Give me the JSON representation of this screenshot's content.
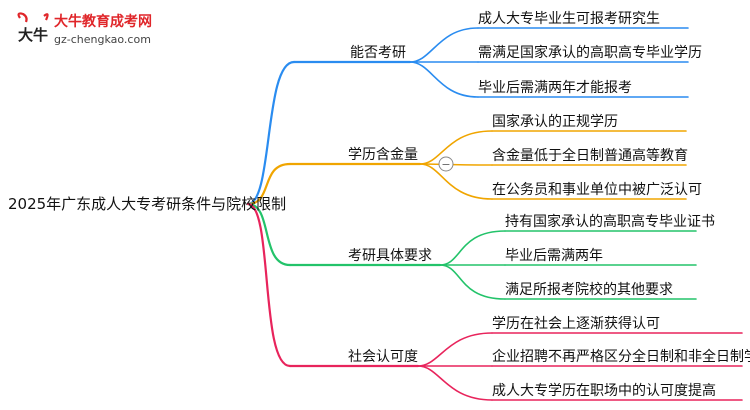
{
  "logo": {
    "brand_cn": "大牛教育成考网",
    "url": "gz-chengkao.com",
    "mark_text": "大牛"
  },
  "root": {
    "label": "2025年广东成人大专考研条件与院校限制"
  },
  "branches": [
    {
      "label": "能否考研",
      "color": "#2a8cf0",
      "leaves": [
        "成人大专毕业生可报考研究生",
        "需满足国家承认的高职高专毕业学历",
        "毕业后需满两年才能报考"
      ]
    },
    {
      "label": "学历含金量",
      "color": "#f0a500",
      "collapse_symbol": "−",
      "leaves": [
        "国家承认的正规学历",
        "含金量低于全日制普通高等教育",
        "在公务员和事业单位中被广泛认可"
      ]
    },
    {
      "label": "考研具体要求",
      "color": "#23c36a",
      "leaves": [
        "持有国家承认的高职高专毕业证书",
        "毕业后需满两年",
        "满足所报考院校的其他要求"
      ]
    },
    {
      "label": "社会认可度",
      "color": "#e8245c",
      "leaves": [
        "学历在社会上逐渐获得认可",
        "企业招聘不再严格区分全日制和非全日制学历",
        "成人大专学历在职场中的认可度提高"
      ]
    }
  ]
}
